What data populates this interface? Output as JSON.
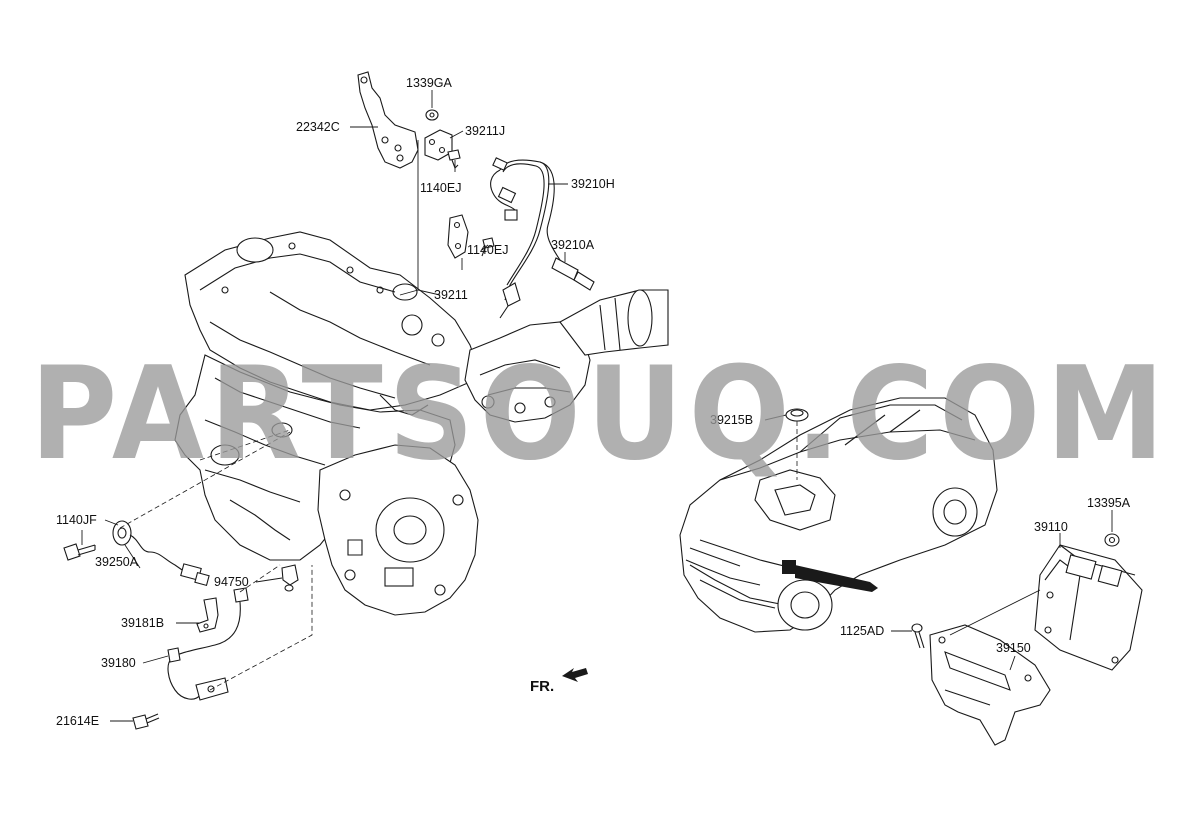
{
  "diagram": {
    "watermark": "PARTSOUQ.COM",
    "direction_label": "FR.",
    "callouts": {
      "c1339GA": "1339GA",
      "c22342C": "22342C",
      "c39211J": "39211J",
      "c1140EJ_a": "1140EJ",
      "c39210H": "39210H",
      "c39210A": "39210A",
      "c1140EJ_b": "1140EJ",
      "c39211": "39211",
      "c39215B": "39215B",
      "c1140JF": "1140JF",
      "c39250A": "39250A",
      "c94750": "94750",
      "c39181B": "39181B",
      "c39180": "39180",
      "c21614E": "21614E",
      "c13395A": "13395A",
      "c39110": "39110",
      "c1125AD": "1125AD",
      "c39150": "39150"
    }
  }
}
